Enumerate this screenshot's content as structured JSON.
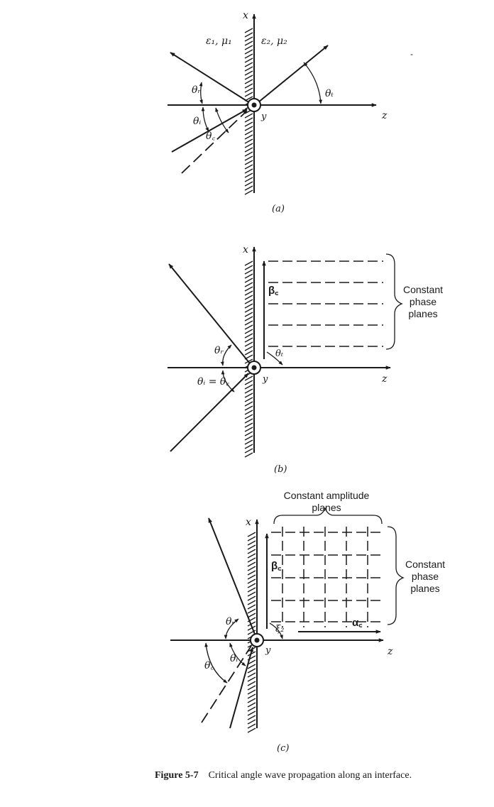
{
  "panel_a": {
    "x_axis": "x",
    "z_axis": "z",
    "y_axis": "y",
    "medium1": "ε₁, μ₁",
    "medium2": "ε₂, μ₂",
    "theta_r": "θᵣ",
    "theta_i": "θᵢ",
    "theta_c": "θ꜀",
    "theta_t": "θₜ",
    "label": "(a)"
  },
  "panel_b": {
    "x_axis": "x",
    "z_axis": "z",
    "y_axis": "y",
    "beta_c": "β꜀",
    "theta_r": "θᵣ",
    "theta_i_eq_c": "θᵢ = θ꜀",
    "theta_t": "θₜ",
    "phase_planes": [
      "Constant",
      "phase",
      "planes"
    ],
    "label": "(b)"
  },
  "panel_c": {
    "x_axis": "x",
    "z_axis": "z",
    "y_axis": "y",
    "beta_c": "β꜀",
    "alpha_c": "α꜀",
    "xi2": "ξ₂",
    "theta_r": "θᵣ",
    "theta_i": "θᵢ",
    "theta_c": "θ꜀",
    "amplitude_planes": [
      "Constant amplitude",
      "planes"
    ],
    "phase_planes": [
      "Constant",
      "phase",
      "planes"
    ],
    "label": "(c)"
  },
  "caption": {
    "number": "Figure 5-7",
    "text": "Critical angle wave propagation along an interface."
  },
  "stray_mark": "-"
}
